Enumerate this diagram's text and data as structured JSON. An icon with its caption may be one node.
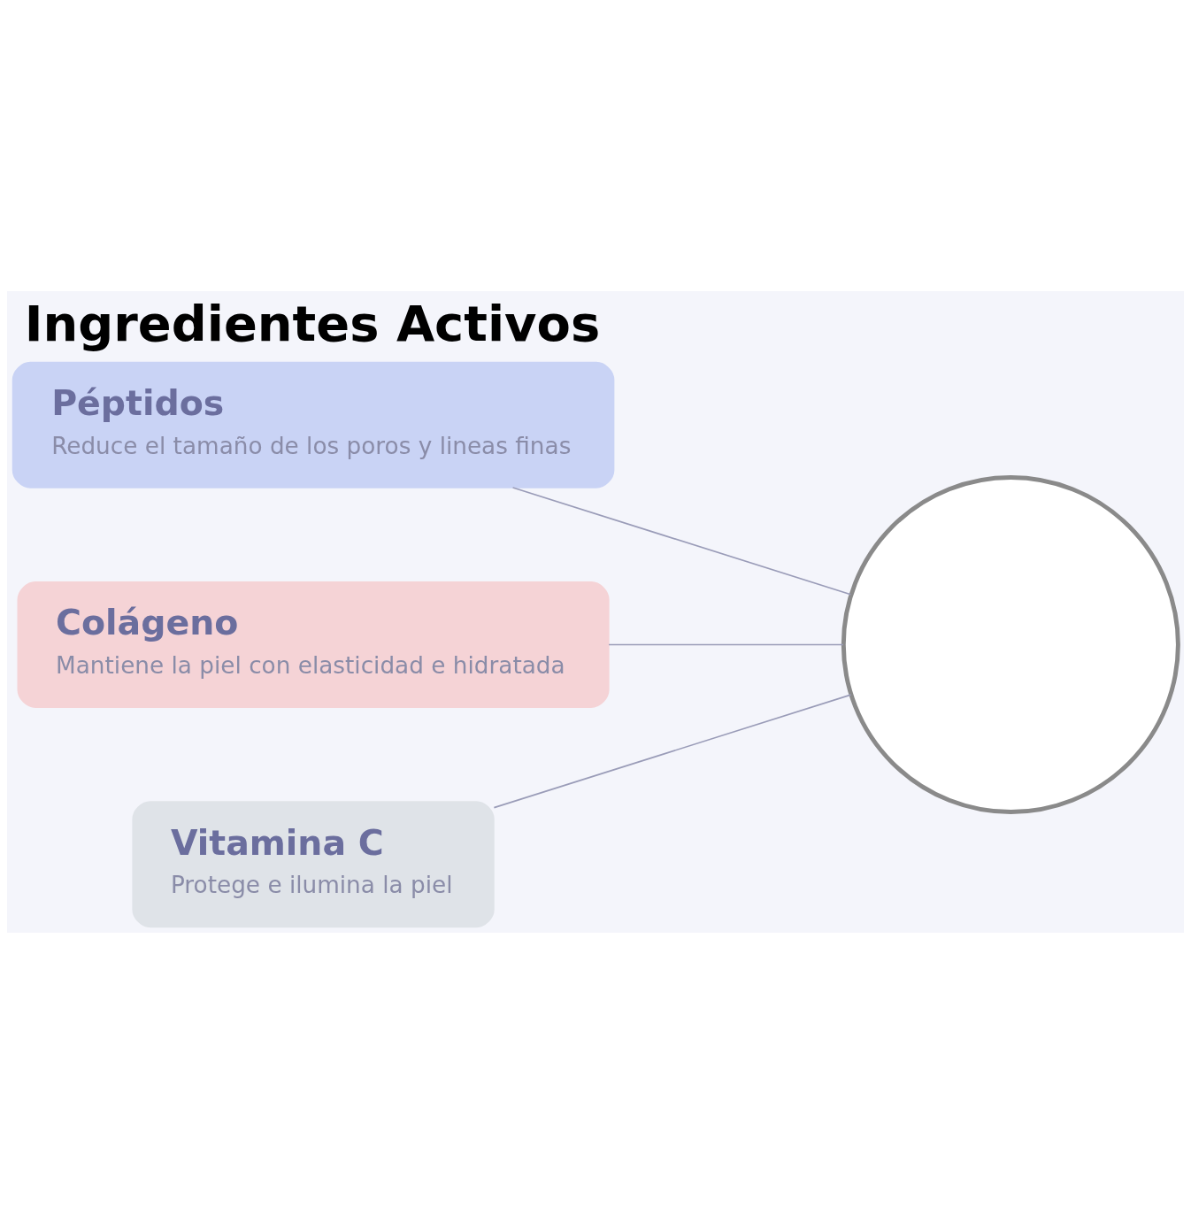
{
  "diagram": {
    "title": "Ingredientes Activos",
    "nodes": [
      {
        "text": [
          "Péptidos",
          "Reduce el tamaño de los poros y lineas finas"
        ]
      },
      {
        "text": [
          "Colágeno",
          "Mantiene la piel con elasticidad e hidratada"
        ]
      },
      {
        "text": [
          "Vitamina C",
          "Protege e ilumina la piel"
        ]
      },
      {
        "text": [],
        "shape": "circle"
      }
    ],
    "edges": [
      {
        "from": 0,
        "to": 3,
        "arrow": "none"
      },
      {
        "from": 1,
        "to": 3,
        "arrow": "none"
      },
      {
        "from": 2,
        "to": 3,
        "arrow": "none"
      }
    ]
  }
}
